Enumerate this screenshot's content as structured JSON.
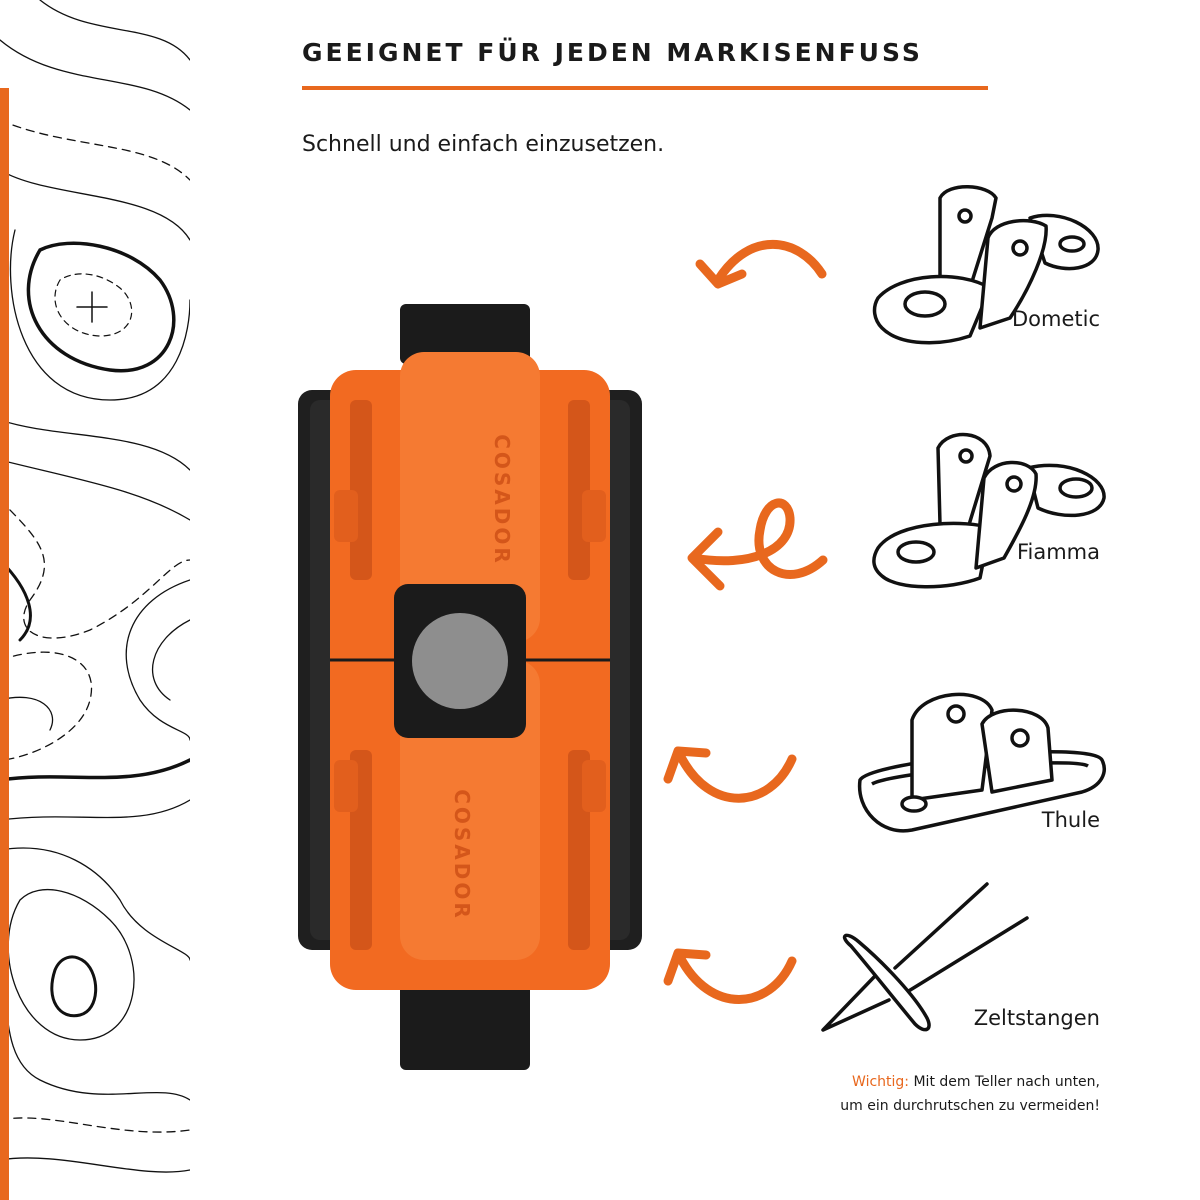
{
  "header": {
    "title": "GEEIGNET FÜR JEDEN MARKISENFUSS",
    "subtitle": "Schnell und einfach einzusetzen."
  },
  "product": {
    "brand_text": "COSADOR"
  },
  "mounts": [
    {
      "label": "Dometic",
      "icon": "dometic-foot-icon"
    },
    {
      "label": "Fiamma",
      "icon": "fiamma-foot-icon"
    },
    {
      "label": "Thule",
      "icon": "thule-foot-icon"
    },
    {
      "label": "Zeltstangen",
      "icon": "tent-peg-icon"
    }
  ],
  "note": {
    "warning_label": "Wichtig:",
    "line1": "Mit dem Teller nach unten,",
    "line2": "um ein durchrutschen zu vermeiden!"
  },
  "colors": {
    "accent": "#e8681e",
    "text": "#1a1a1a",
    "product_body": "#f26a21",
    "product_base": "#1b1b1b"
  }
}
